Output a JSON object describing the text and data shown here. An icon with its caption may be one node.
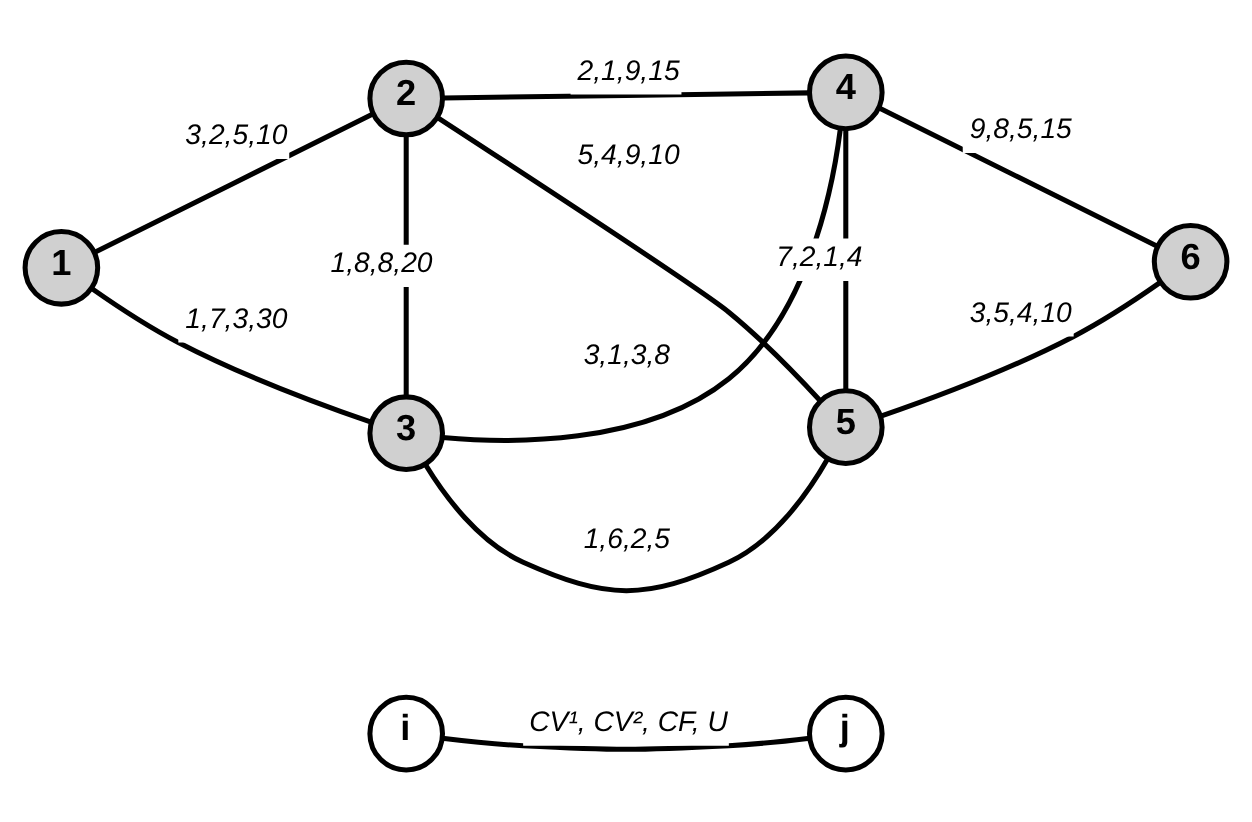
{
  "diagram": {
    "nodes": [
      {
        "text": [
          "i"
        ]
      },
      {
        "text": [
          "j"
        ]
      },
      {
        "text": [
          "1"
        ]
      },
      {
        "text": [
          "2"
        ]
      },
      {
        "text": [
          "3"
        ]
      },
      {
        "text": [
          "4"
        ]
      },
      {
        "text": [
          "5"
        ]
      },
      {
        "text": [
          "6"
        ]
      }
    ],
    "edges": [
      {
        "from": 0,
        "to": 1,
        "arrow": "none",
        "label": "CV¹, CV², CF, U"
      },
      {
        "from": 2,
        "to": 3,
        "arrow": "none",
        "label": "3,2,5,10"
      },
      {
        "from": 2,
        "to": 4,
        "arrow": "none",
        "label": "1,7,3,30"
      },
      {
        "from": 3,
        "to": 5,
        "arrow": "none",
        "label": "2,1,9,15"
      },
      {
        "from": 3,
        "to": 4,
        "arrow": "none",
        "label": "1,8,8,20"
      },
      {
        "from": 3,
        "to": 6,
        "arrow": "none",
        "label": "5,4,9,10"
      },
      {
        "from": 4,
        "to": 5,
        "arrow": "none",
        "label": "3,1,3,8"
      },
      {
        "from": 4,
        "to": 6,
        "arrow": "none",
        "label": "1,6,2,5"
      },
      {
        "from": 5,
        "to": 6,
        "arrow": "none",
        "label": "7,2,1,4"
      },
      {
        "from": 5,
        "to": 7,
        "arrow": "none",
        "label": "9,8,5,15"
      },
      {
        "from": 6,
        "to": 7,
        "arrow": "none",
        "label": "3,5,4,10"
      }
    ]
  }
}
